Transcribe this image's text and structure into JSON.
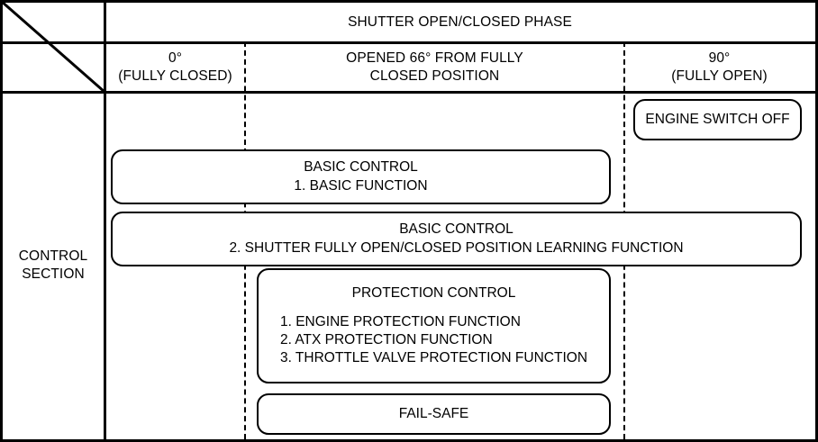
{
  "table": {
    "corner_cell": {
      "icon": "diagonal-slash"
    },
    "header": {
      "group_label": "SHUTTER OPEN/CLOSED PHASE",
      "columns": [
        {
          "label": "0°\n(FULLY CLOSED)"
        },
        {
          "label": "OPENED 66° FROM FULLY\nCLOSED POSITION"
        },
        {
          "label": "90°\n(FULLY OPEN)"
        }
      ]
    },
    "row_label": "CONTROL\nSECTION"
  },
  "boxes": {
    "engine_switch": {
      "label": "ENGINE SWITCH OFF"
    },
    "basic_control_1": {
      "title": "BASIC CONTROL\n1. BASIC FUNCTION"
    },
    "basic_control_2": {
      "title": "BASIC CONTROL\n2. SHUTTER FULLY OPEN/CLOSED POSITION LEARNING FUNCTION"
    },
    "protection_control": {
      "title": "PROTECTION CONTROL",
      "items": [
        "1. ENGINE PROTECTION FUNCTION",
        "2. ATX PROTECTION FUNCTION",
        "3. THROTTLE VALVE PROTECTION FUNCTION"
      ]
    },
    "fail_safe": {
      "label": "FAIL-SAFE"
    }
  },
  "colors": {
    "stroke": "#000000",
    "background": "#ffffff"
  }
}
